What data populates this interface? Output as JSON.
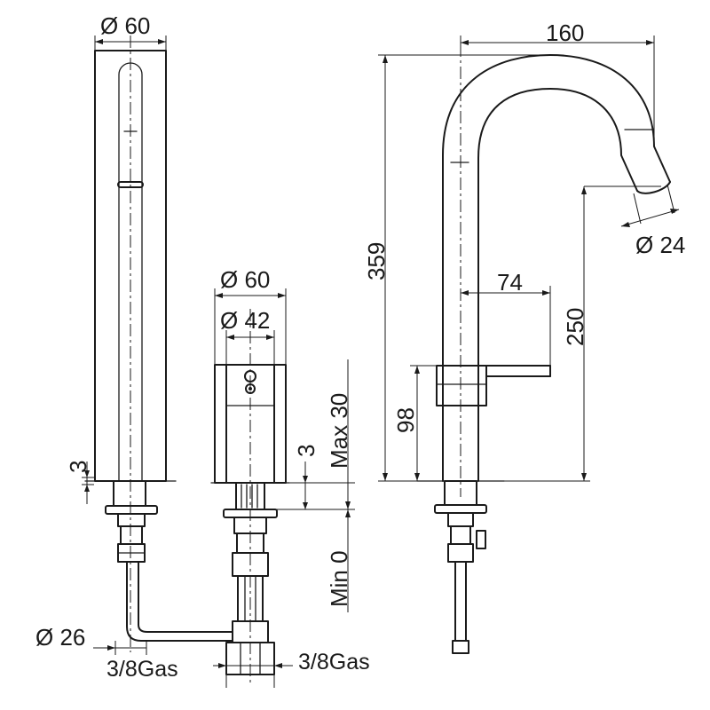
{
  "drawing": {
    "dimensions": {
      "spout_diameter": "Ø 60",
      "spout_wall": "3",
      "spout_inlet_diameter": "Ø 26",
      "inlet_thread_left": "3/8Gas",
      "valve_diameter": "Ø 60",
      "valve_inner_diameter": "Ø 42",
      "valve_offset": "3",
      "deck_max": "Max 30",
      "deck_min": "Min 0",
      "inlet_thread_right": "3/8Gas",
      "reach": "160",
      "total_height": "359",
      "outlet_diameter": "Ø 24",
      "handle_length": "74",
      "outlet_height": "250",
      "handle_height": "98"
    }
  }
}
